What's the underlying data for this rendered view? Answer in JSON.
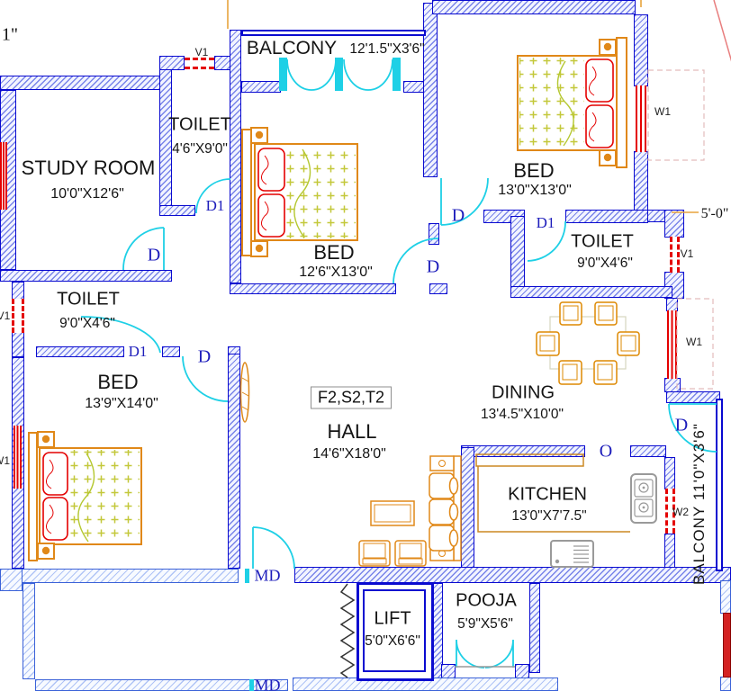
{
  "plan": {
    "unit": "F2,S2,T2",
    "rooms": {
      "study": {
        "name": "STUDY ROOM",
        "dims": "10'0\"X12'6\""
      },
      "toilet_top": {
        "name": "TOILET",
        "dims": "4'6\"X9'0\""
      },
      "balcony_top": {
        "name": "BALCONY",
        "dims": "12'1.5\"X3'6\""
      },
      "bed_master": {
        "name": "BED",
        "dims": "12'6\"X13'0\""
      },
      "bed_right": {
        "name": "BED",
        "dims": "13'0\"X13'0\""
      },
      "toilet_right": {
        "name": "TOILET",
        "dims": "9'0\"X4'6\""
      },
      "toilet_left": {
        "name": "TOILET",
        "dims": "9'0\"X4'6\""
      },
      "bed_left": {
        "name": "BED",
        "dims": "13'9\"X14'0\""
      },
      "hall": {
        "name": "HALL",
        "dims": "14'6\"X18'0\""
      },
      "dining": {
        "name": "DINING",
        "dims": "13'4.5\"X10'0\""
      },
      "kitchen": {
        "name": "KITCHEN",
        "dims": "13'0\"X7'7.5\""
      },
      "balcony_right": {
        "name": "BALCONY",
        "dims": "11'0\"X3'6\""
      },
      "lift": {
        "name": "LIFT",
        "dims": "5'0\"X6'6\""
      },
      "pooja": {
        "name": "POOJA",
        "dims": "5'9\"X5'6\""
      }
    },
    "labels": {
      "door": "D",
      "door1": "D1",
      "main_door": "MD",
      "opening": "O",
      "window_v1": "V1",
      "window_w1": "W1",
      "window_w2": "W2"
    },
    "dims": {
      "right_offset": "5'-0\"",
      "top_left": "1\""
    },
    "colors": {
      "wall": "#0a0ad0",
      "wall_light": "#3b62d8",
      "door": "#1ed0e6",
      "furniture": "#e08818",
      "bed_pattern": "#c3c83a",
      "window_red": "#e40000",
      "label_blue": "#1d1dbb",
      "leader_orange": "#e8a33d"
    }
  }
}
